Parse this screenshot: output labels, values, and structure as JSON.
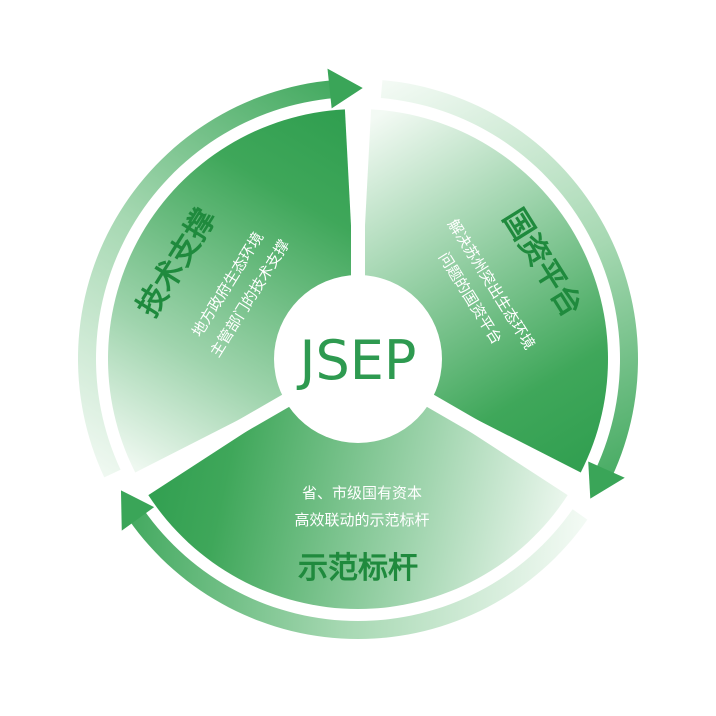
{
  "center": {
    "label": "JSEP"
  },
  "segments": [
    {
      "title": "国资平台",
      "lines": [
        "解决苏州突出生态环境",
        "问题的国资平台"
      ]
    },
    {
      "title": "示范标杆",
      "lines": [
        "省、市级国有资本",
        "高效联动的示范标杆"
      ]
    },
    {
      "title": "技术支撑",
      "lines": [
        "地方政府生态环境",
        "主管部门的技术支撑"
      ]
    }
  ],
  "colors": {
    "green_dark": "#2f9e4f",
    "green_mid": "#4cb062",
    "green_light": "#e3f3e6",
    "title_green": "#1f8a3d",
    "arrow_green": "#3aa558"
  }
}
